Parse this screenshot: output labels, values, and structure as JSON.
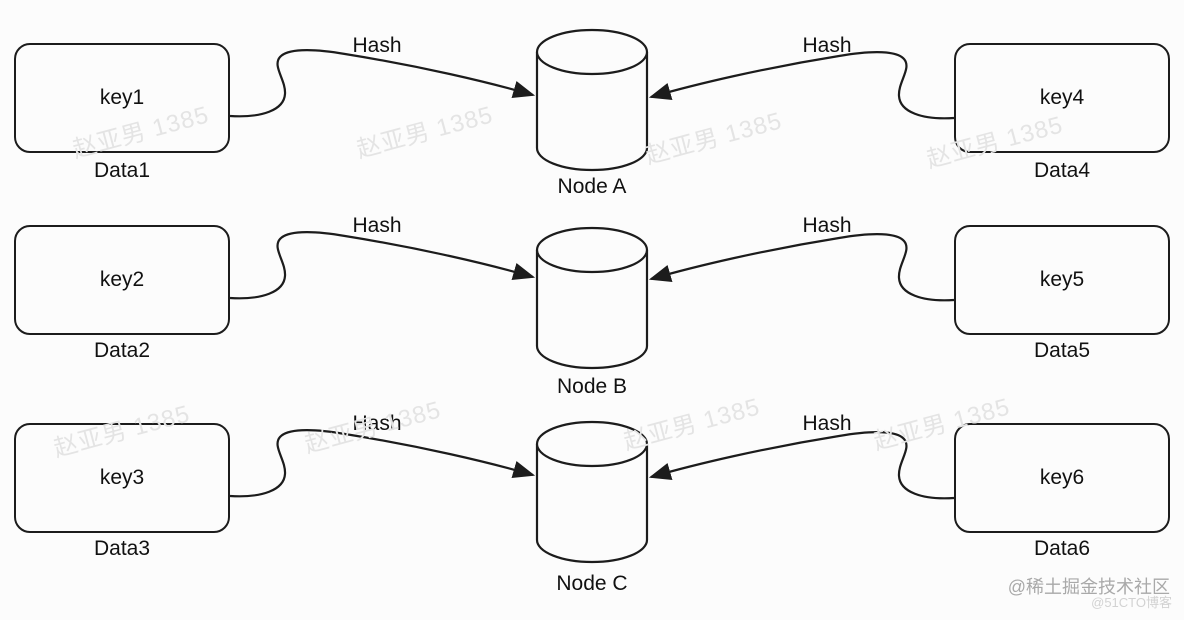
{
  "diagram": {
    "type": "hash-mapping",
    "rows": [
      {
        "left_key": "key1",
        "left_data": "Data1",
        "hash_left": "Hash",
        "node": "Node A",
        "hash_right": "Hash",
        "right_key": "key4",
        "right_data": "Data4"
      },
      {
        "left_key": "key2",
        "left_data": "Data2",
        "hash_left": "Hash",
        "node": "Node B",
        "hash_right": "Hash",
        "right_key": "key5",
        "right_data": "Data5"
      },
      {
        "left_key": "key3",
        "left_data": "Data3",
        "hash_left": "Hash",
        "node": "Node C",
        "hash_right": "Hash",
        "right_key": "key6",
        "right_data": "Data6"
      }
    ]
  },
  "watermark": {
    "text": "赵亚男 1385"
  },
  "credits": {
    "primary": "@稀土掘金技术社区",
    "secondary": "@51CTO博客"
  },
  "colors": {
    "background": "#fcfcfc",
    "stroke": "#1c1c1c",
    "watermark": "#e4e4e4",
    "credit_primary": "#a9a9a9",
    "credit_secondary": "#d2d2d2"
  }
}
